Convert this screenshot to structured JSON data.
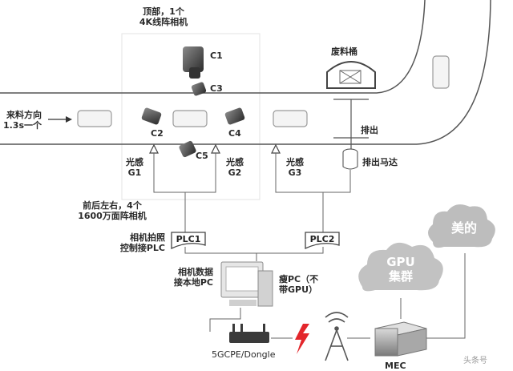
{
  "labels": {
    "top_camera": [
      "顶部，1个",
      "4K线阵相机"
    ],
    "c1": "C1",
    "c2": "C2",
    "c3": "C3",
    "c4": "C4",
    "c5": "C5",
    "waste_bin": "废料桶",
    "feed_direction": [
      "来料方向",
      "1.3s一个"
    ],
    "discharge": "排出",
    "discharge_motor": "排出马达",
    "sensor_g1": [
      "光感",
      "G1"
    ],
    "sensor_g2": [
      "光感",
      "G2"
    ],
    "sensor_g3": [
      "光感",
      "G3"
    ],
    "area_cameras": [
      "前后左右，4个",
      "1600万面阵相机"
    ],
    "camera_plc": [
      "相机拍照",
      "控制接PLC"
    ],
    "plc1": "PLC1",
    "plc2": "PLC2",
    "camera_data": [
      "相机数据",
      "接本地PC"
    ],
    "thin_pc": [
      "瘦PC（不",
      "带GPU）"
    ],
    "gpu_cluster": [
      "GPU",
      "集群"
    ],
    "meidi": "美的",
    "cpe": "5GCPE/Dongle",
    "mec": "MEC",
    "watermark": "头条号"
  },
  "colors": {
    "line": "#6b6b6b",
    "cloud": "#bdbdbd",
    "lightning": "#e3262b",
    "product": "#f2f2f2"
  },
  "icons": [
    "camera-icon",
    "lightning-icon",
    "antenna-icon",
    "server-icon",
    "router-icon",
    "pc-icon",
    "cloud-icon",
    "bin-icon",
    "motor-icon"
  ]
}
